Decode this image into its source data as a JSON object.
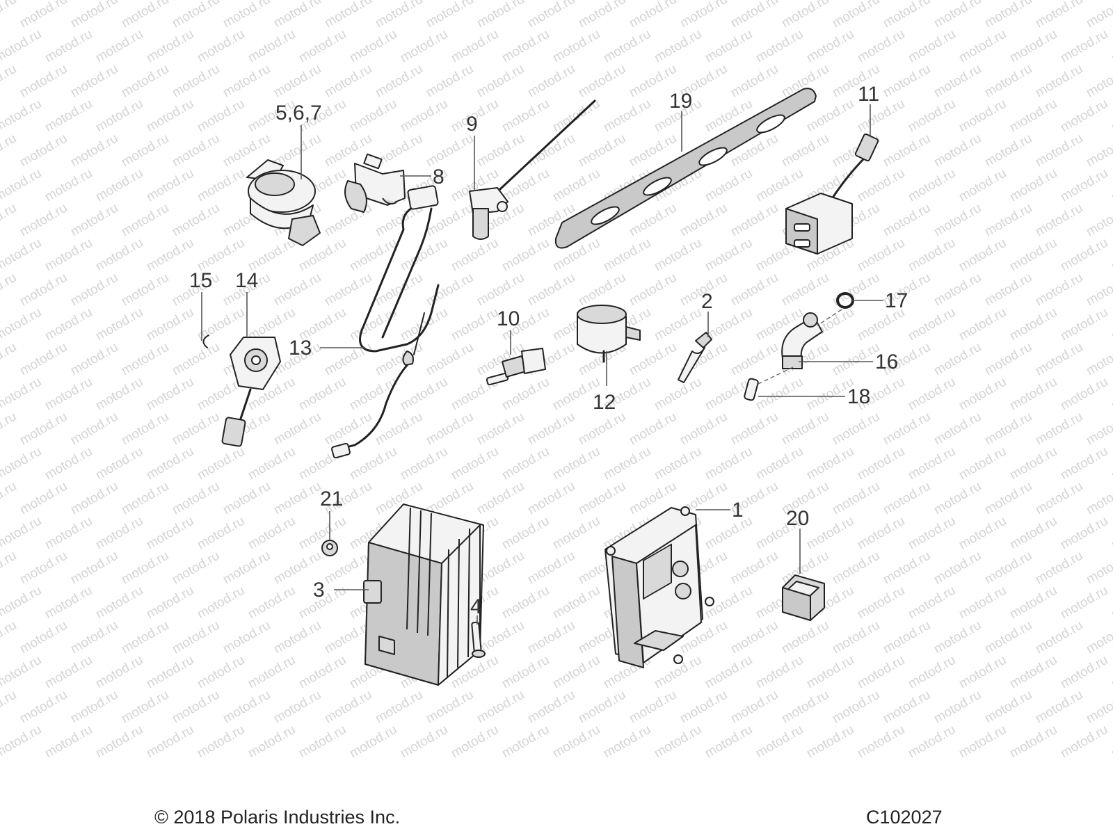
{
  "watermark": "motod.ru",
  "callouts": [
    {
      "id": "c1",
      "label": "1"
    },
    {
      "id": "c2",
      "label": "2"
    },
    {
      "id": "c3",
      "label": "3"
    },
    {
      "id": "c4",
      "label": "4"
    },
    {
      "id": "c567",
      "label": "5,6,7"
    },
    {
      "id": "c8",
      "label": "8"
    },
    {
      "id": "c9",
      "label": "9"
    },
    {
      "id": "c10",
      "label": "10"
    },
    {
      "id": "c11",
      "label": "11"
    },
    {
      "id": "c12",
      "label": "12"
    },
    {
      "id": "c13",
      "label": "13"
    },
    {
      "id": "c14",
      "label": "14"
    },
    {
      "id": "c15",
      "label": "15"
    },
    {
      "id": "c16",
      "label": "16"
    },
    {
      "id": "c17",
      "label": "17"
    },
    {
      "id": "c18",
      "label": "18"
    },
    {
      "id": "c19",
      "label": "19"
    },
    {
      "id": "c20",
      "label": "20"
    },
    {
      "id": "c21",
      "label": "21"
    }
  ],
  "footer": {
    "copyright": "© 2018 Polaris Industries Inc.",
    "drawing_number": "C102027"
  }
}
